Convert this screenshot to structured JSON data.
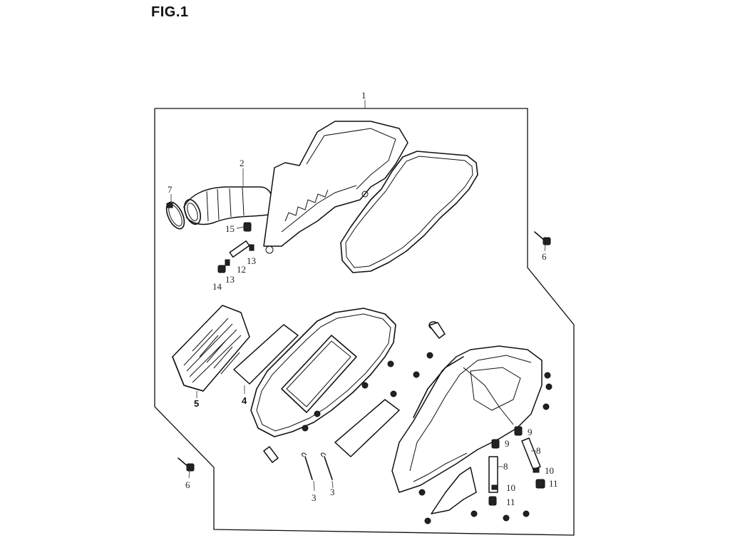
{
  "figure": {
    "title": "FIG.1"
  },
  "callouts": {
    "c1": "1",
    "c2": "2",
    "c3a": "3",
    "c3b": "3",
    "c4": "4",
    "c5": "5",
    "c6a": "6",
    "c6b": "6",
    "c7": "7",
    "c8a": "8",
    "c8b": "8",
    "c9a": "9",
    "c9b": "9",
    "c10a": "10",
    "c10b": "10",
    "c11a": "11",
    "c11b": "11",
    "c12": "12",
    "c13a": "13",
    "c13b": "13",
    "c14": "14",
    "c15": "15"
  }
}
